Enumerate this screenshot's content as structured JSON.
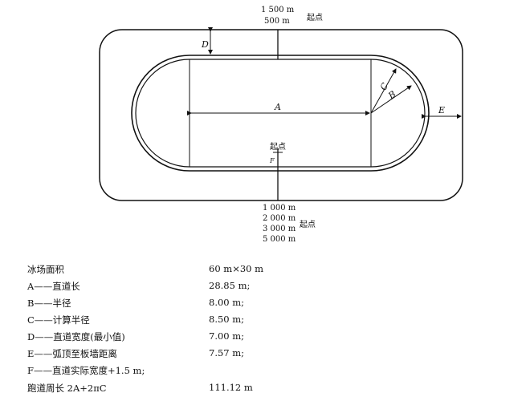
{
  "diagram": {
    "labels": {
      "A": "A",
      "B": "B",
      "C": "C",
      "D": "D",
      "E": "E",
      "F": "F"
    },
    "top_start": {
      "distances": [
        "1 500 m",
        "500 m"
      ],
      "label": "起点"
    },
    "inner_start": {
      "label": "起点"
    },
    "bottom_start": {
      "distances": [
        "1 000 m",
        "2 000 m",
        "3 000 m",
        "5 000 m"
      ],
      "label": "起点"
    }
  },
  "legend": [
    {
      "key": "冰场面积",
      "value": "60 m×30 m"
    },
    {
      "key": "A——直道长",
      "value": "28.85 m;"
    },
    {
      "key": "B——半径",
      "value": "8.00 m;"
    },
    {
      "key": "C——计算半径",
      "value": "8.50 m;"
    },
    {
      "key": "D——直道宽度(最小值)",
      "value": "7.00 m;"
    },
    {
      "key": "E——弧顶至板墙距离",
      "value": "7.57 m;"
    },
    {
      "key": "F——直道实际宽度+1.5 m;",
      "value": ""
    },
    {
      "key": "跑道周长 2A+2πC",
      "value": "111.12 m"
    }
  ]
}
